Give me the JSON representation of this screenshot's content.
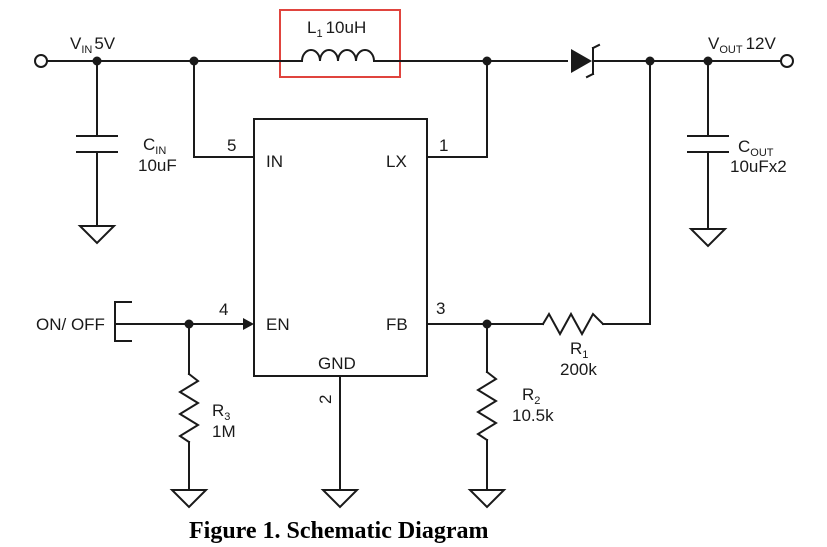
{
  "colors": {
    "wire": "#1a1a1a",
    "highlight": "#e0443e"
  },
  "labels": {
    "vin_main": "V",
    "vin_sub": "IN",
    "vin_val": "5V",
    "vout_main": "V",
    "vout_sub": "OUT",
    "vout_val": "12V",
    "l1_main": "L",
    "l1_sub": "1",
    "l1_val": "10uH",
    "cin_main": "C",
    "cin_sub": "IN",
    "cin_val": "10uF",
    "cout_main": "C",
    "cout_sub": "OUT",
    "cout_val": "10uFx2",
    "r1_main": "R",
    "r1_sub": "1",
    "r1_val": "200k",
    "r2_main": "R",
    "r2_sub": "2",
    "r2_val": "10.5k",
    "r3_main": "R",
    "r3_sub": "3",
    "r3_val": "1M",
    "on_off": "ON/ OFF"
  },
  "ic": {
    "pin_in_label": "IN",
    "pin_in_num": "5",
    "pin_lx_label": "LX",
    "pin_lx_num": "1",
    "pin_en_label": "EN",
    "pin_en_num": "4",
    "pin_fb_label": "FB",
    "pin_fb_num": "3",
    "pin_gnd_label": "GND",
    "pin_gnd_num": "2"
  },
  "caption": "Figure 1. Schematic Diagram"
}
